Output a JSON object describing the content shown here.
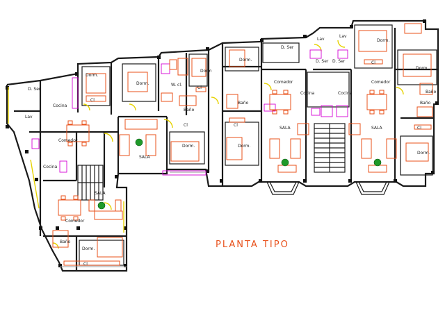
{
  "title": "PLANTA TIPO",
  "labels": {
    "dorm": "Dorm.",
    "dormnp": "Dorm",
    "cl": "Cl",
    "bano": "Baño",
    "sala": "SALA",
    "comedor": "Comedor",
    "cocina": "Cocina",
    "dser": "D. Ser",
    "lav": "Lav",
    "wc": "W. cl."
  },
  "colors": {
    "walls": "#1a1a1a",
    "furniture": "#e8501a",
    "fixtures": "#d400d4",
    "doors": "#e6d200",
    "plants": "#1f9a2a"
  }
}
